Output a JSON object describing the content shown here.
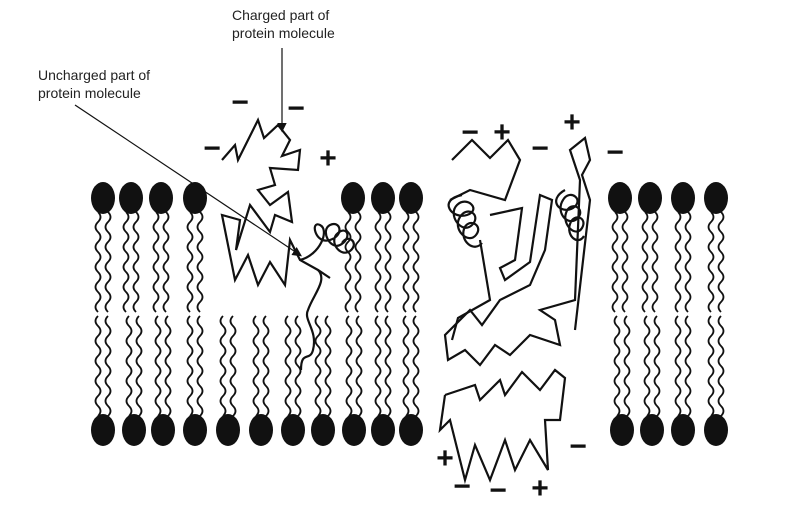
{
  "labels": {
    "charged_line1": "Charged part of",
    "charged_line2": "protein molecule",
    "uncharged_line1": "Uncharged part of",
    "uncharged_line2": "protein molecule"
  },
  "signs": {
    "plus": "+",
    "minus": "−"
  },
  "colors": {
    "ink": "#111111",
    "background": "#ffffff"
  }
}
